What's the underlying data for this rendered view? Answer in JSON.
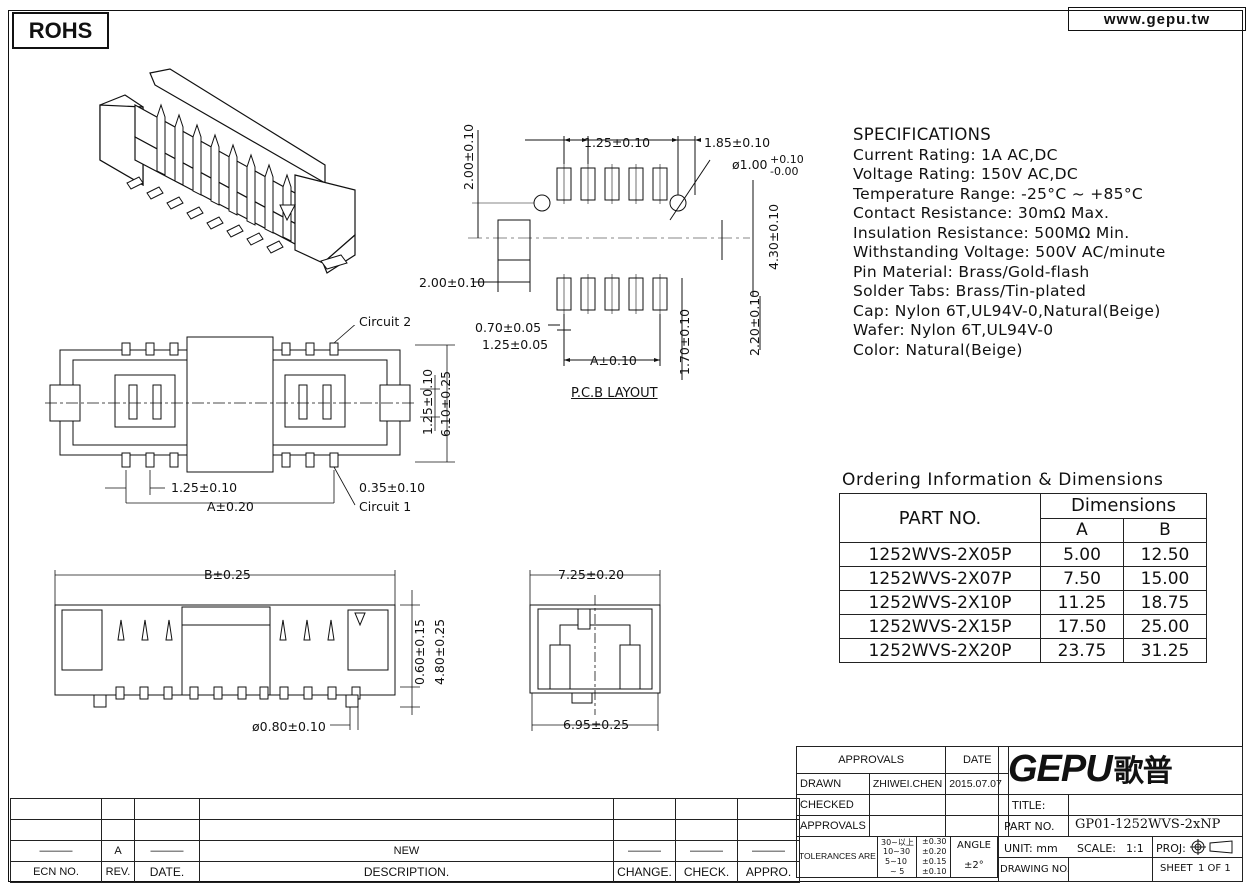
{
  "header": {
    "rohs": "ROHS",
    "website": "www.gepu.tw"
  },
  "specifications": {
    "title": "SPECIFICATIONS",
    "lines": [
      "Current Rating: 1A AC,DC",
      "Voltage Rating: 150V AC,DC",
      "Temperature Range: -25°C ~ +85°C",
      "Contact Resistance: 30mΩ Max.",
      "Insulation Resistance: 500MΩ Min.",
      "Withstanding Voltage: 500V AC/minute",
      "Pin Material: Brass/Gold-flash",
      "Solder Tabs: Brass/Tin-plated",
      "Cap: Nylon 6T,UL94V-0,Natural(Beige)",
      "Wafer: Nylon 6T,UL94V-0",
      "Color: Natural(Beige)"
    ]
  },
  "pcb_layout": {
    "title": "P.C.B LAYOUT",
    "dims": {
      "pitch": "1.25±0.10",
      "edge": "1.85±0.10",
      "hole": "ø1.00",
      "hole_tol_plus": "+0.10",
      "hole_tol_minus": "-0.00",
      "height_top": "2.00±0.10",
      "row_gap": "4.30±0.10",
      "tab_width": "2.00±0.10",
      "pad_width": "0.70±0.05",
      "pad_pitch": "1.25±0.05",
      "a": "A±0.10",
      "pad_len": "1.70±0.10",
      "tab_len": "2.20±0.10"
    }
  },
  "top_view": {
    "circuit2": "Circuit 2",
    "circuit1": "Circuit 1",
    "pitch": "1.25±0.10",
    "pin_w": "0.35±0.10",
    "a": "A±0.20",
    "row": "1.25±0.10",
    "width": "6.10±0.25"
  },
  "front_view": {
    "b": "B±0.25",
    "peg": "ø0.80±0.10",
    "h1": "0.60±0.15",
    "h2": "4.80±0.25"
  },
  "side_view": {
    "top": "7.25±0.20",
    "bottom": "6.95±0.25"
  },
  "ordering": {
    "title": "Ordering Information & Dimensions",
    "col_part": "PART NO.",
    "col_dims": "Dimensions",
    "col_a": "A",
    "col_b": "B",
    "rows": [
      {
        "part": "1252WVS-2X05P",
        "a": "5.00",
        "b": "12.50"
      },
      {
        "part": "1252WVS-2X07P",
        "a": "7.50",
        "b": "15.00"
      },
      {
        "part": "1252WVS-2X10P",
        "a": "11.25",
        "b": "18.75"
      },
      {
        "part": "1252WVS-2X15P",
        "a": "17.50",
        "b": "25.00"
      },
      {
        "part": "1252WVS-2X20P",
        "a": "23.75",
        "b": "31.25"
      }
    ]
  },
  "title_block": {
    "approvals": "APPROVALS",
    "date": "DATE",
    "drawn": "DRAWN",
    "drawn_by": "ZHIWEI.CHEN",
    "drawn_date": "2015.07.07",
    "checked": "CHECKED",
    "approvals2": "APPROVALS",
    "tolerances": "TOLERANCES ARE",
    "tol_ranges": [
      "30~以上",
      "10~30",
      "5~10",
      "~ 5"
    ],
    "tol_values": [
      "±0.30",
      "±0.20",
      "±0.15",
      "±0.10"
    ],
    "angle": "ANGLE",
    "angle_value": "±2°",
    "logo_latin": "GEPU",
    "logo_cjk": "歌普",
    "title_label": "TITLE:",
    "part_no_label": "PART NO.",
    "part_no": "GP01-1252WVS-2xNP",
    "unit": "UNIT: mm",
    "scale_label": "SCALE:",
    "scale": "1:1",
    "proj": "PROJ:",
    "drawing_no": "DRAWING NO.",
    "sheet_label": "SHEET",
    "sheet": "1 OF 1"
  },
  "revision_block": {
    "rev": "A",
    "description": "NEW",
    "headers": [
      "ECN NO.",
      "REV.",
      "DATE.",
      "DESCRIPTION.",
      "CHANGE.",
      "CHECK.",
      "APPRO."
    ]
  }
}
